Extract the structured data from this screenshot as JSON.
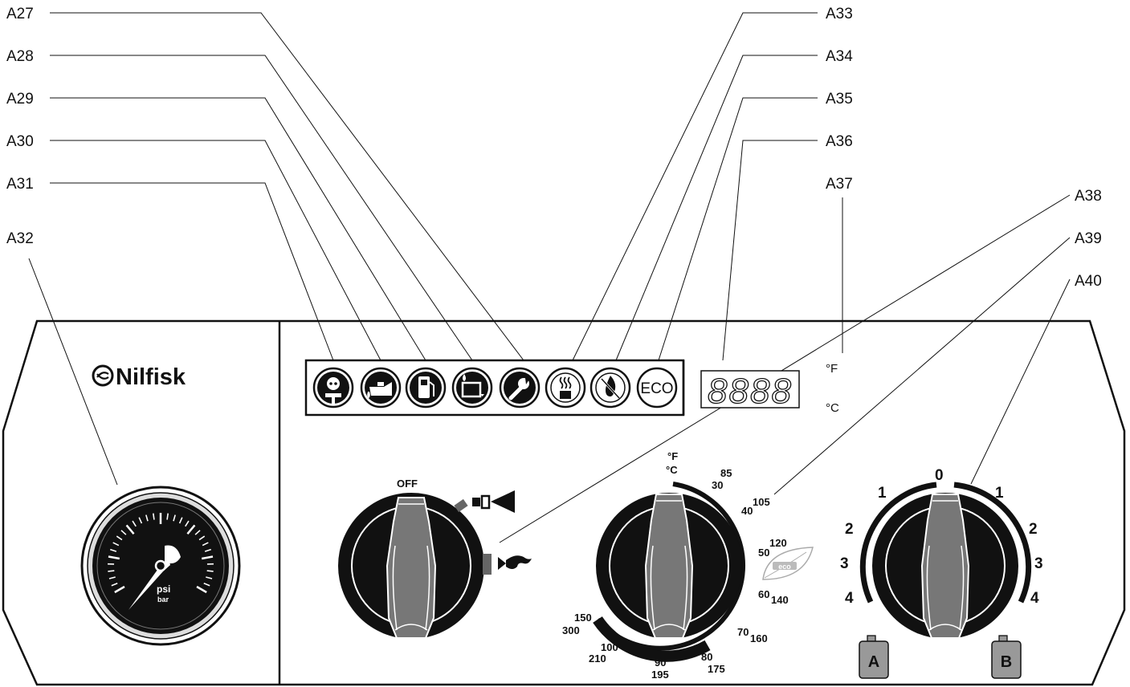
{
  "callouts": {
    "a27": "A27",
    "a28": "A28",
    "a29": "A29",
    "a30": "A30",
    "a31": "A31",
    "a32": "A32",
    "a33": "A33",
    "a34": "A34",
    "a35": "A35",
    "a36": "A36",
    "a37": "A37",
    "a38": "A38",
    "a39": "A39",
    "a40": "A40"
  },
  "brand": {
    "name": "Nilfisk"
  },
  "gauge": {
    "unit_psi": "psi",
    "unit_bar": "bar"
  },
  "display": {
    "digits": "8888",
    "unit_f": "°F",
    "unit_c": "°C"
  },
  "indicators": {
    "eco": "ECO"
  },
  "mode_knob": {
    "off_label": "OFF"
  },
  "temp_knob": {
    "unit_f": "°F",
    "unit_c": "°C",
    "scale": [
      {
        "c": "30",
        "f": "85"
      },
      {
        "c": "40",
        "f": "105"
      },
      {
        "c": "50",
        "f": "120"
      },
      {
        "c": "60",
        "f": "140"
      },
      {
        "c": "70",
        "f": "160"
      },
      {
        "c": "80",
        "f": "175"
      },
      {
        "c": "90",
        "f": "195"
      },
      {
        "c": "100",
        "f": "210"
      },
      {
        "c": "150",
        "f": "300"
      }
    ],
    "eco_leaf": "eco"
  },
  "detergent_knob": {
    "zero": "0",
    "left": [
      "1",
      "2",
      "3",
      "4"
    ],
    "right": [
      "1",
      "2",
      "3",
      "4"
    ],
    "tank_a": "A",
    "tank_b": "B"
  }
}
